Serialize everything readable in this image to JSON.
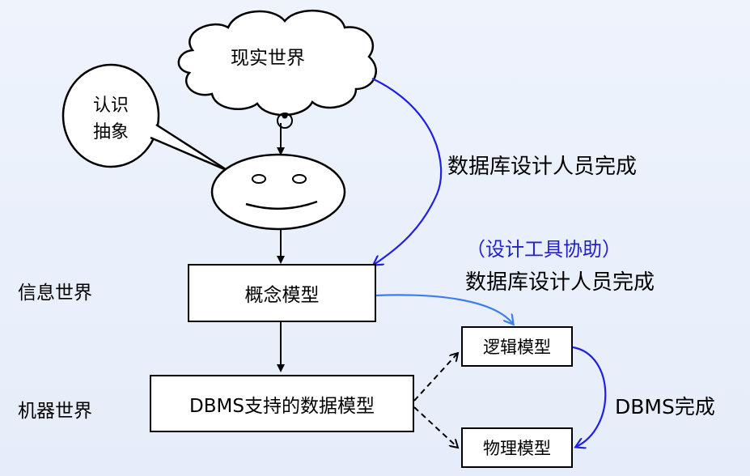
{
  "colors": {
    "background": "#e9eff9",
    "arrow_blue": "#1f1fe6",
    "arrow_light_blue": "#3d7ef0",
    "note_blue": "#2222cc"
  },
  "diagram": {
    "cloud_label": "现实世界",
    "bubble_line1": "认识",
    "bubble_line2": "抽象",
    "designer_label": "数据库设计人员完成",
    "tool_help_label": "（设计工具协助）",
    "designer_label2": "数据库设计人员完成",
    "info_world_label": "信息世界",
    "machine_world_label": "机器世界",
    "concept_model": "概念模型",
    "dbms_model": "DBMS支持的数据模型",
    "logic_model": "逻辑模型",
    "physical_model": "物理模型",
    "dbms_done_label": "DBMS完成"
  }
}
